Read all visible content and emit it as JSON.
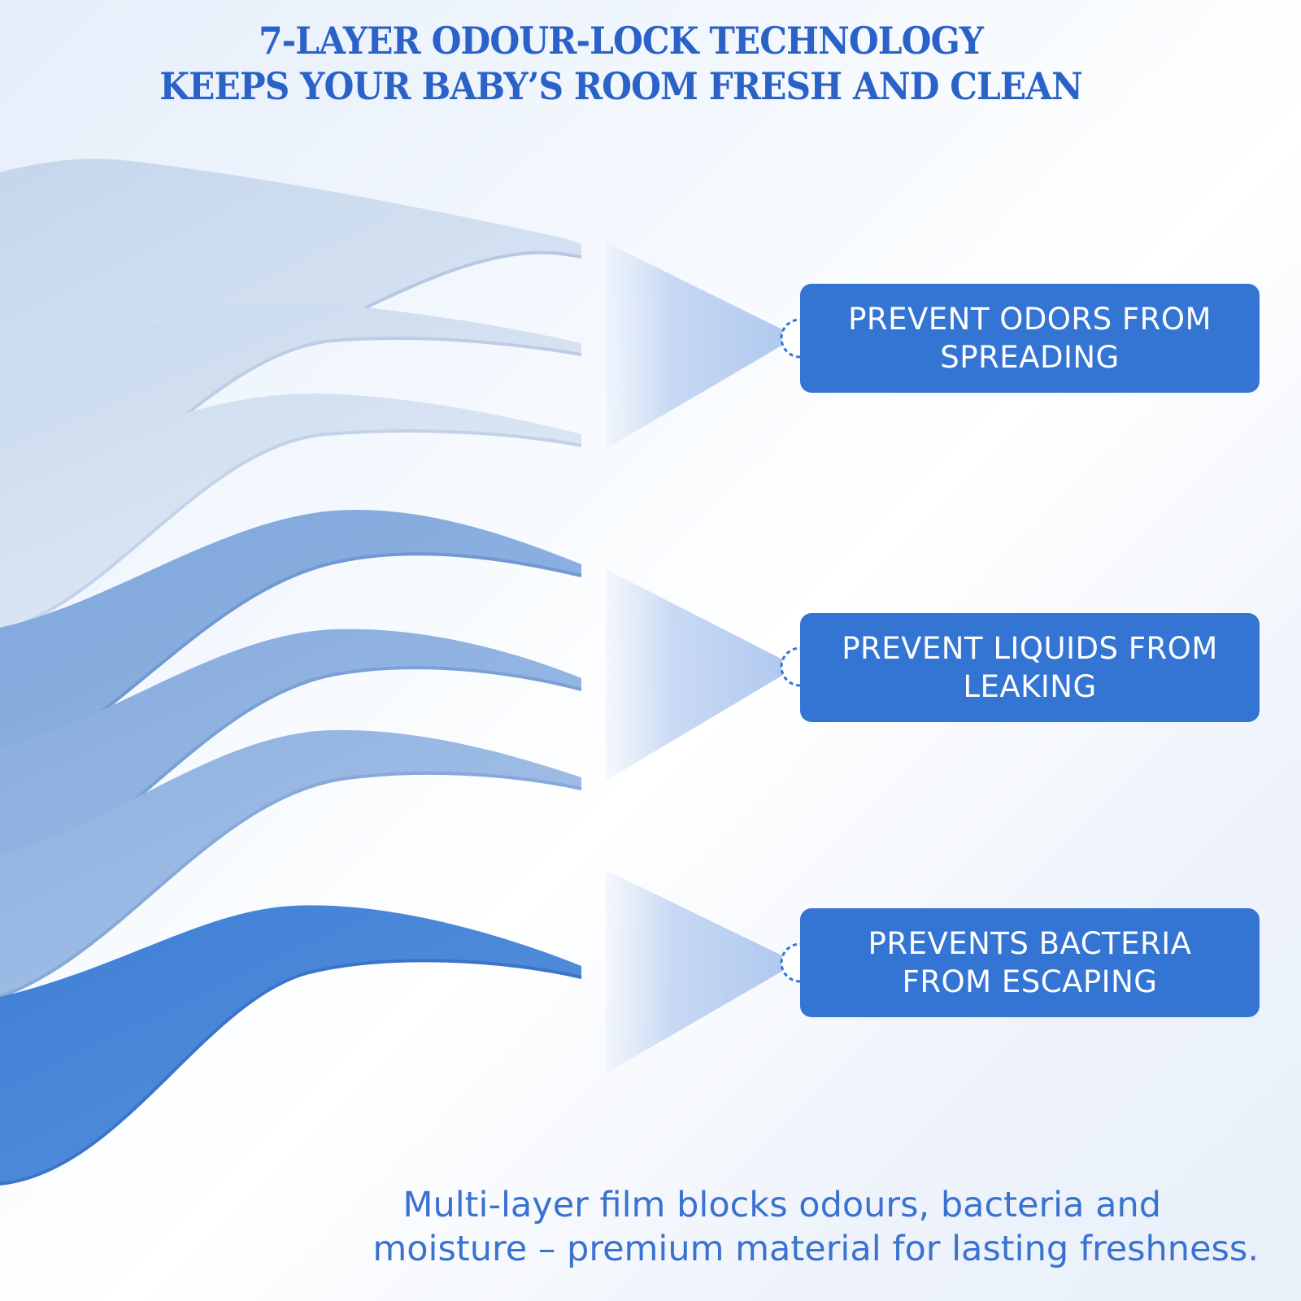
{
  "headline": {
    "line1": "7-LAYER ODOUR-LOCK TECHNOLOGY",
    "line2": "KEEPS YOUR BABY’S ROOM FRESH AND CLEAN"
  },
  "features": [
    {
      "line1": "PREVENT ODORS FROM",
      "line2": "SPREADING"
    },
    {
      "line1": "PREVENT LIQUIDS FROM",
      "line2": "LEAKING"
    },
    {
      "line1": "PREVENTS BACTERIA",
      "line2": "FROM ESCAPING"
    }
  ],
  "caption": {
    "line1": "Multi-layer film blocks odours, bacteria and",
    "line2": "moisture – premium material for lasting freshness."
  },
  "colors": {
    "accent_blue": "#3475d4",
    "headline_blue": "#2a62c8",
    "caption_blue": "#3a72cf",
    "layer_light": "#c9d9ee",
    "layer_mid": "#8eafe0",
    "layer_dark": "#4f88d8"
  }
}
